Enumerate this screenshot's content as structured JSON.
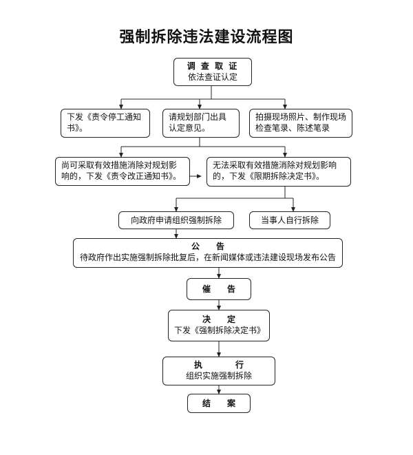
{
  "title": "强制拆除违法建设流程图",
  "nodes": {
    "investigate": {
      "head": "调 查 取 证",
      "sub": "依法查证认定"
    },
    "notice_stop": {
      "text": "下发《责令停工通知书》。"
    },
    "planning_opinion": {
      "text": "请规划部门出具认定意见。"
    },
    "photo_record": {
      "text": "拍摄现场照片、制作现场检查笔录、陈述笔录"
    },
    "can_remedy": {
      "text": "尚可采取有效措施消除对规划影响的，下发《责令改正通知书》。"
    },
    "cannot_remedy": {
      "text": "无法采取有效措施消除对规划影响的，下发《限期拆除决定书》。"
    },
    "apply_gov": {
      "text": "向政府申请组织强制拆除"
    },
    "self_demolish": {
      "text": "当事人自行拆除"
    },
    "announce": {
      "head": "公　　告",
      "sub": "待政府作出实施强制拆除批复后，在新闻媒体或违法建设现场发布公告"
    },
    "urge": {
      "head": "催　　告"
    },
    "decide": {
      "head": "决　　定",
      "sub": "下发《强制拆除决定书》"
    },
    "execute": {
      "head": "执　　　　行",
      "sub": "组织实施强制拆除"
    },
    "close": {
      "head": "结　　案"
    }
  }
}
